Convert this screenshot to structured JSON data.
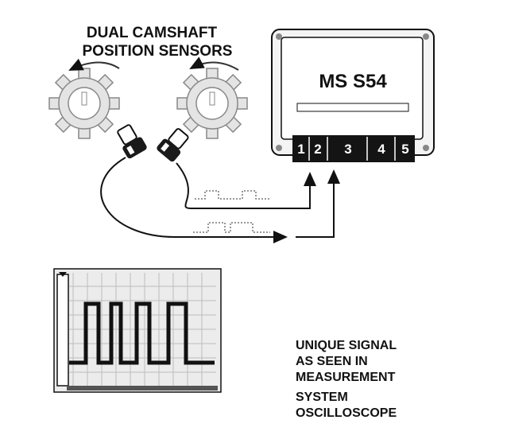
{
  "sensors_label": [
    "DUAL CAMSHAFT",
    "POSITION SENSORS"
  ],
  "module": {
    "name": "MS S54",
    "pins": [
      "1",
      "2",
      "3",
      "4",
      "5"
    ]
  },
  "caption": [
    "UNIQUE SIGNAL",
    "AS SEEN IN",
    "MEASUREMENT",
    "SYSTEM",
    "OSCILLOSCOPE"
  ],
  "colors": {
    "ink": "#111111",
    "gray": "#8a8a8a",
    "light": "#d9d9d9",
    "pin_block": "#141414"
  }
}
